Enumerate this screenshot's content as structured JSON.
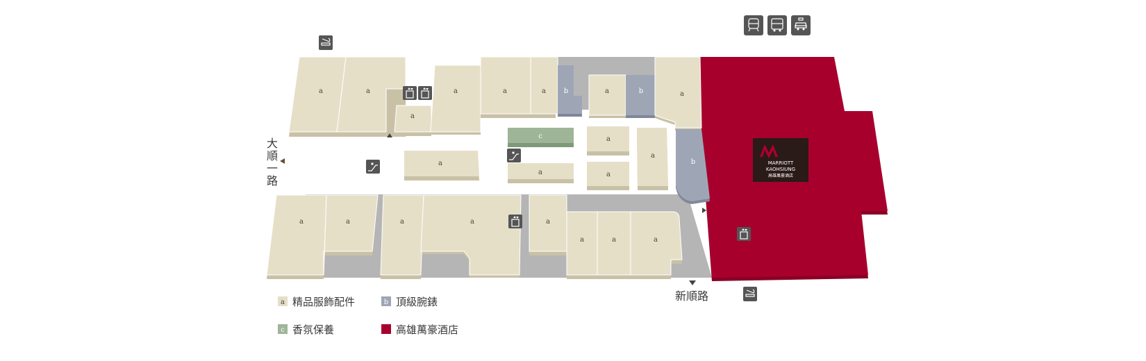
{
  "colors": {
    "boutique": "#e6dfc8",
    "watch": "#9ea6b6",
    "fragrance": "#9fb597",
    "hotel": "#a8002d",
    "walkway": "#b5b5b5",
    "icon_bg": "#555555"
  },
  "shop_label": "a",
  "watch_label": "b",
  "fragrance_label": "c",
  "roads": {
    "left_chars": [
      "大",
      "順",
      "一",
      "路"
    ],
    "bottom": "新順路"
  },
  "hotel_logo": {
    "line1": "MARRIOTT",
    "line2": "KAOHSIUNG",
    "line3": "高雄萬豪酒店"
  },
  "transport_icons": [
    "MRT",
    "bus",
    "taxi"
  ],
  "legend": [
    {
      "code": "a",
      "label": "精品服飾配件",
      "color": "#e6dfc8"
    },
    {
      "code": "b",
      "label": "頂級腕錶",
      "color": "#9ea6b6"
    },
    {
      "code": "c",
      "label": "香氛保養",
      "color": "#9fb597"
    },
    {
      "code": "",
      "label": "高雄萬豪酒店",
      "color": "#a8002d"
    }
  ]
}
